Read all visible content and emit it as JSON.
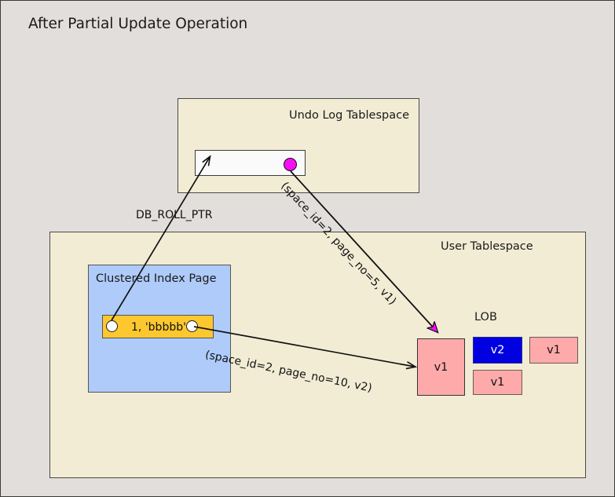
{
  "diagram": {
    "title": "After Partial Update Operation",
    "background_color": "#e2dedb"
  },
  "undo_tablespace": {
    "label": "Undo Log Tablespace",
    "fill_color": "#f2ecd5",
    "record": {
      "name": "undo-record",
      "fill_color": "#fafafa",
      "pointer_dot_color": "#f50ff5"
    }
  },
  "user_tablespace": {
    "label": "User Tablespace",
    "fill_color": "#f2ecd5"
  },
  "clustered_index_page": {
    "label": "Clustered Index Page",
    "fill_color": "#aecbfa",
    "record": {
      "text": "1, 'bbbbb'",
      "fill_color": "#fdc82f"
    }
  },
  "lob": {
    "label": "LOB",
    "boxes": [
      {
        "name": "lob-v1-large",
        "text": "v1",
        "color": "#ffaaaa"
      },
      {
        "name": "lob-v2",
        "text": "v2",
        "color": "#0000e0"
      },
      {
        "name": "lob-v1-right",
        "text": "v1",
        "color": "#ffaaaa"
      },
      {
        "name": "lob-v1-bottom",
        "text": "v1",
        "color": "#ffaaaa"
      }
    ]
  },
  "edges": {
    "db_roll_ptr_label": "DB_ROLL_PTR",
    "undo_to_lob_label": "(space_id=2, page_no=5, v1)",
    "record_to_lob_label": "(space_id=2, page_no=10, v2)",
    "undo_to_lob_arrow_color": "#f50ff5",
    "record_to_lob_arrow_color": "#111111"
  }
}
